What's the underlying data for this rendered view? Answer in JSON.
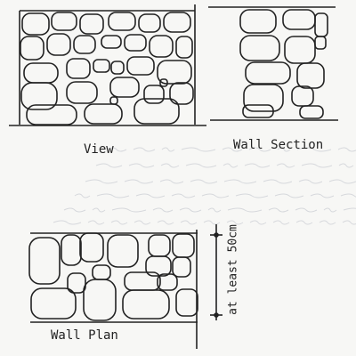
{
  "labels": {
    "view": "View",
    "wall_section": "Wall Section",
    "wall_plan": "Wall Plan",
    "dimension": "at least 50cm"
  },
  "colors": {
    "ink": "#222222",
    "paper": "#f7f7f5",
    "bleed": "#c9ccd2"
  }
}
